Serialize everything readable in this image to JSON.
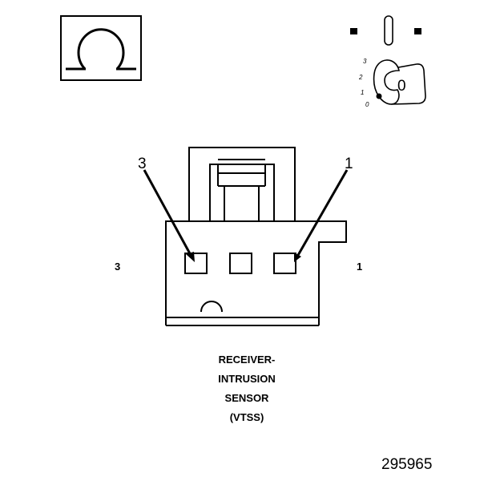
{
  "ohmmeter_icon": "omega-icon",
  "ignition_switch": {
    "positions": [
      "3",
      "2",
      "1",
      "0"
    ],
    "key_position": "0"
  },
  "connector": {
    "pin_callouts": [
      "3",
      "1"
    ],
    "side_labels": [
      "3",
      "1"
    ]
  },
  "caption": [
    "RECEIVER-",
    "INTRUSION",
    "SENSOR",
    "(VTSS)"
  ],
  "figure_number": "295965"
}
